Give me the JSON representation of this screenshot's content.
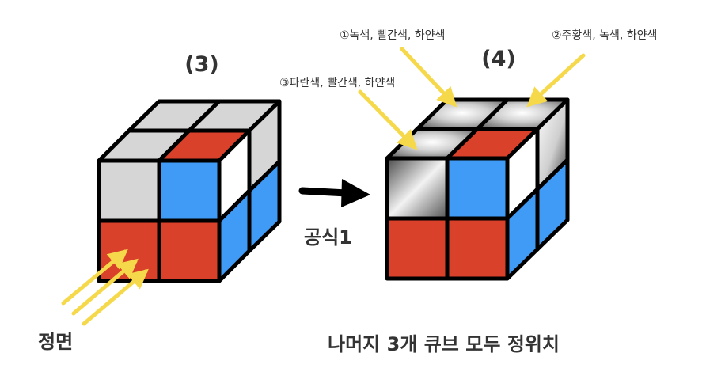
{
  "step_left": {
    "label": "(3)"
  },
  "step_right": {
    "label": "(4)"
  },
  "front_label": "정면",
  "formula_label": "공식1",
  "bottom_caption": "나머지 3개 큐브 모두 정위치",
  "annotations": [
    {
      "text": "①녹색, 빨간색, 하얀색"
    },
    {
      "text": "②주황색, 녹색, 하얀색"
    },
    {
      "text": "③파란색, 빨간색, 하얀색"
    }
  ],
  "colors": {
    "red": "#d9412a",
    "blue": "#3f9bf5",
    "grey": "#d6d6d6",
    "white": "#ffffff",
    "arrow_yellow": "#f6d94b",
    "outline": "#000000"
  }
}
